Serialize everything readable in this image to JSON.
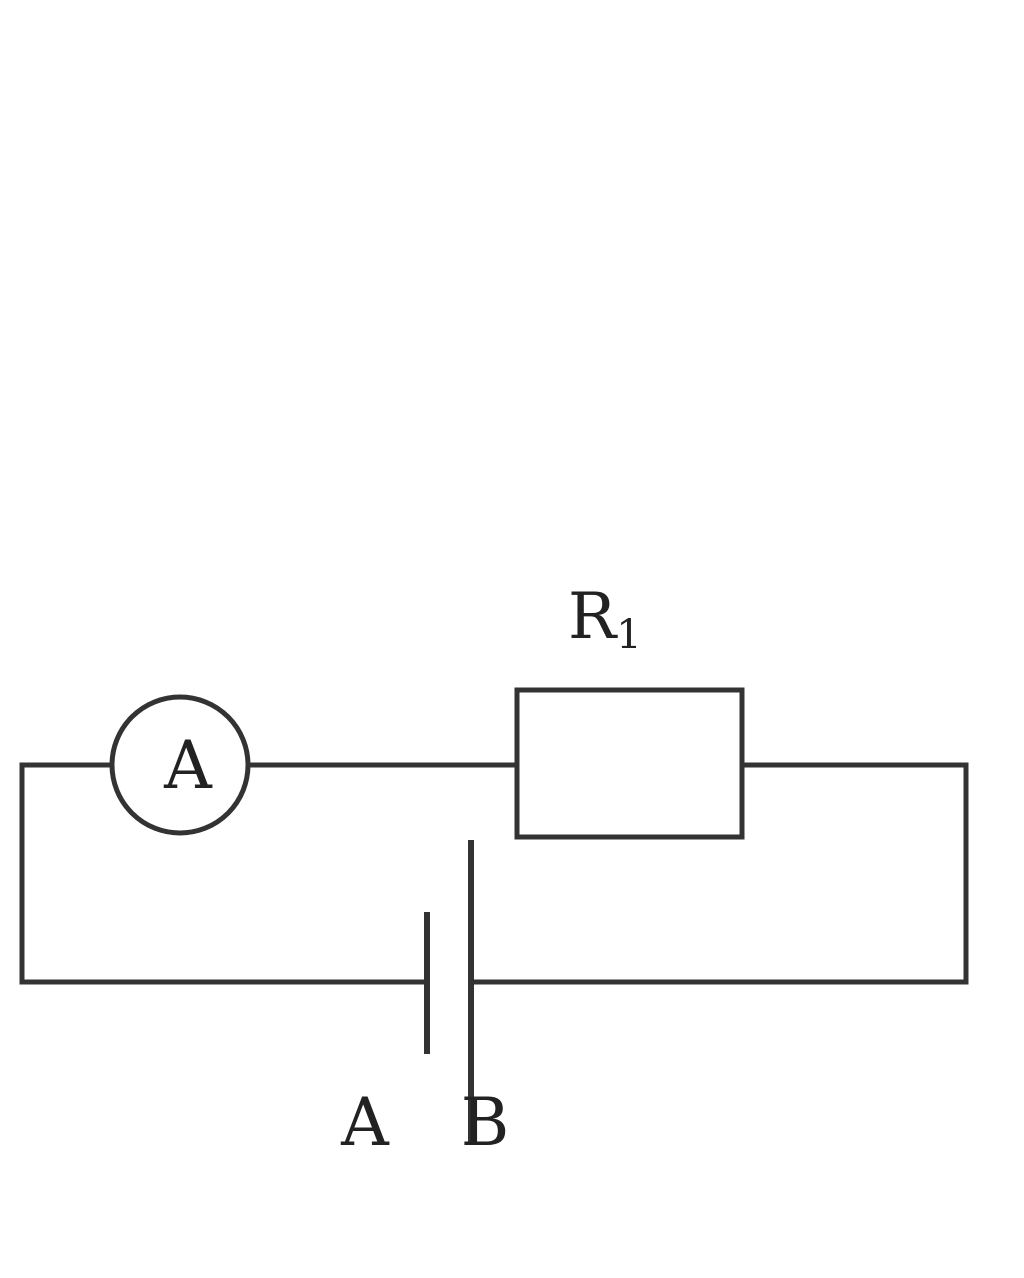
{
  "diagram": {
    "ammeter_symbol": "A",
    "resistor_label": {
      "main": "R",
      "subscript": "1"
    },
    "battery_terminal_left": "A",
    "battery_terminal_right": "B"
  }
}
